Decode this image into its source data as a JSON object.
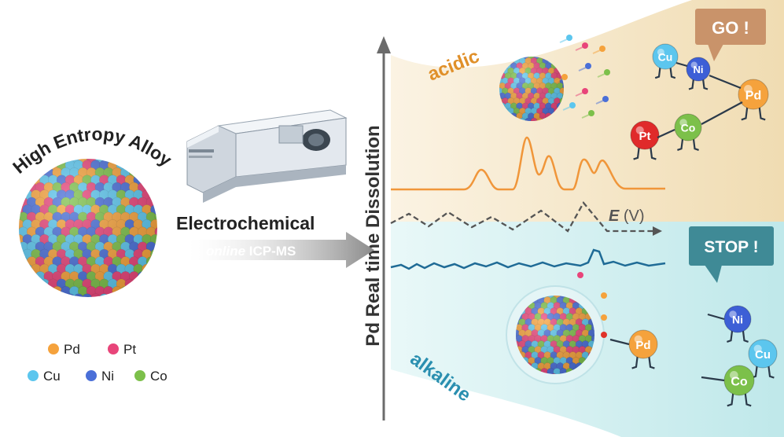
{
  "title": "High Entropy Alloy",
  "method": {
    "line1": "Electrochemical",
    "line2_italic": "online",
    "line2_rest": " ICP-MS"
  },
  "axis": {
    "ylabel": "Pd Real time Dissolution",
    "potential_var": "E",
    "potential_unit": " (V)"
  },
  "regions": {
    "acidic": "acidic",
    "alkaline": "alkaline"
  },
  "bubbles": {
    "go": "GO !",
    "stop": "STOP !"
  },
  "legend": [
    {
      "label": "Pd",
      "color": "#f5a23c"
    },
    {
      "label": "Pt",
      "color": "#e8457a"
    },
    {
      "label": "Cu",
      "color": "#5cc6ee"
    },
    {
      "label": "Ni",
      "color": "#4a6fd8"
    },
    {
      "label": "Co",
      "color": "#7cc04a"
    }
  ],
  "characters": {
    "acidic": [
      "Cu",
      "Ni",
      "Pd",
      "Pt",
      "Co"
    ],
    "alkaline": [
      "Pd",
      "Ni",
      "Cu",
      "Co"
    ]
  },
  "colors": {
    "acidic_bg": "#f3e2bf",
    "alkaline_bg": "#cdeef0",
    "acidic_text": "#e0902a",
    "alkaline_text": "#2a8fb0",
    "acidic_trace": "#f0963a",
    "alkaline_trace": "#1f6b96",
    "potential_trace": "#555555"
  }
}
